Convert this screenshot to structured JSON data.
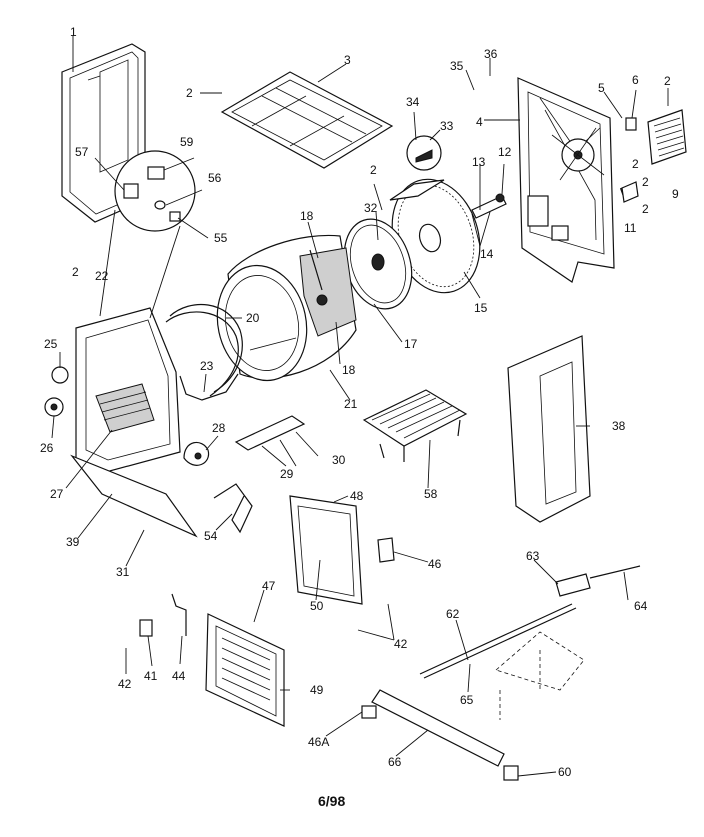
{
  "callouts": [
    {
      "id": "c1",
      "text": "1"
    },
    {
      "id": "c2a",
      "text": "2"
    },
    {
      "id": "c3",
      "text": "3"
    },
    {
      "id": "c2b",
      "text": "2"
    },
    {
      "id": "c35",
      "text": "35"
    },
    {
      "id": "c36",
      "text": "36"
    },
    {
      "id": "c5",
      "text": "5"
    },
    {
      "id": "c6",
      "text": "6"
    },
    {
      "id": "c2c",
      "text": "2"
    },
    {
      "id": "c34",
      "text": "34"
    },
    {
      "id": "c33",
      "text": "33"
    },
    {
      "id": "c4",
      "text": "4"
    },
    {
      "id": "c9",
      "text": "9"
    },
    {
      "id": "c2d",
      "text": "2"
    },
    {
      "id": "c2e",
      "text": "2"
    },
    {
      "id": "c57",
      "text": "57"
    },
    {
      "id": "c59",
      "text": "59"
    },
    {
      "id": "c56",
      "text": "56"
    },
    {
      "id": "c55",
      "text": "55"
    },
    {
      "id": "c2f",
      "text": "2"
    },
    {
      "id": "c32",
      "text": "32"
    },
    {
      "id": "c13",
      "text": "13"
    },
    {
      "id": "c12",
      "text": "12"
    },
    {
      "id": "c18a",
      "text": "18"
    },
    {
      "id": "c14",
      "text": "14"
    },
    {
      "id": "c11",
      "text": "11"
    },
    {
      "id": "c2g",
      "text": "2"
    },
    {
      "id": "c22",
      "text": "22"
    },
    {
      "id": "c20",
      "text": "20"
    },
    {
      "id": "c15",
      "text": "15"
    },
    {
      "id": "c17",
      "text": "17"
    },
    {
      "id": "c25",
      "text": "25"
    },
    {
      "id": "c18b",
      "text": "18"
    },
    {
      "id": "c23",
      "text": "23"
    },
    {
      "id": "c21",
      "text": "21"
    },
    {
      "id": "c26",
      "text": "26"
    },
    {
      "id": "c38",
      "text": "38"
    },
    {
      "id": "c28",
      "text": "28"
    },
    {
      "id": "c30",
      "text": "30"
    },
    {
      "id": "c29",
      "text": "29"
    },
    {
      "id": "c27",
      "text": "27"
    },
    {
      "id": "c58",
      "text": "58"
    },
    {
      "id": "c48",
      "text": "48"
    },
    {
      "id": "c39",
      "text": "39"
    },
    {
      "id": "c54",
      "text": "54"
    },
    {
      "id": "c31",
      "text": "31"
    },
    {
      "id": "c46",
      "text": "46"
    },
    {
      "id": "c50",
      "text": "50"
    },
    {
      "id": "c63",
      "text": "63"
    },
    {
      "id": "c47",
      "text": "47"
    },
    {
      "id": "c64",
      "text": "64"
    },
    {
      "id": "c62",
      "text": "62"
    },
    {
      "id": "c42a",
      "text": "42"
    },
    {
      "id": "c41",
      "text": "41"
    },
    {
      "id": "c42b",
      "text": "42"
    },
    {
      "id": "c44",
      "text": "44"
    },
    {
      "id": "c49",
      "text": "49"
    },
    {
      "id": "c65",
      "text": "65"
    },
    {
      "id": "c46a",
      "text": "46A"
    },
    {
      "id": "c66",
      "text": "66"
    },
    {
      "id": "c60",
      "text": "60"
    }
  ],
  "footer": {
    "date_code": "6/98"
  }
}
